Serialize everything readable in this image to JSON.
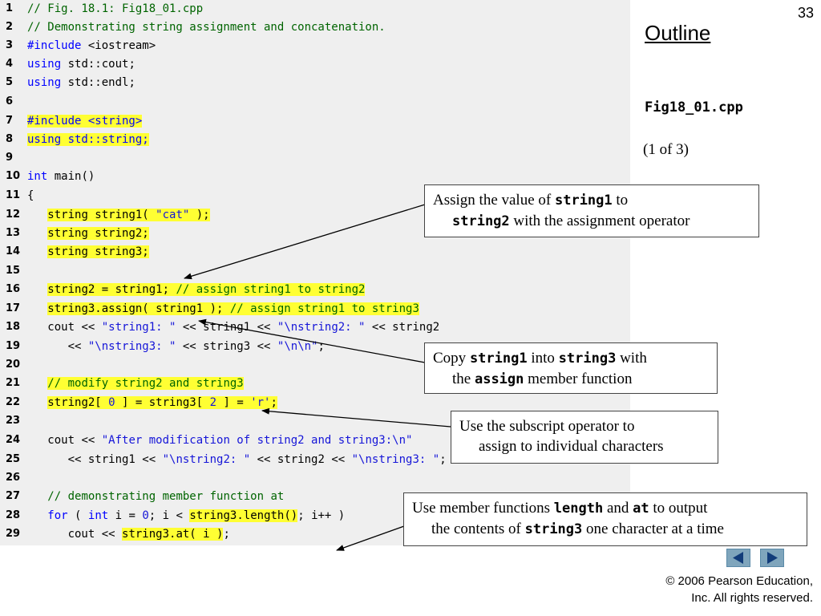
{
  "slide": {
    "number": "33",
    "outline_label": "Outline",
    "filename": "Fig18_01.cpp",
    "page_indicator": "(1 of 3)",
    "copyright_line1": "© 2006 Pearson Education,",
    "copyright_line2": "Inc.  All rights reserved."
  },
  "navigation": {
    "prev_icon": "triangle-left-icon",
    "next_icon": "triangle-right-icon"
  },
  "colors": {
    "panel_bg": "#efefef",
    "highlight": "#ffff33",
    "keyword": "#0000ff",
    "comment": "#006400",
    "string": "#1515d8",
    "nav_button": "#7fa5bc"
  },
  "code": {
    "line_numbers": [
      "1",
      "2",
      "3",
      "4",
      "5",
      "6",
      "7",
      "8",
      "9",
      "10",
      "11",
      "12",
      "13",
      "14",
      "15",
      "16",
      "17",
      "18",
      "19",
      "20",
      "21",
      "22",
      "23",
      "24",
      "25",
      "26",
      "27",
      "28",
      "29"
    ],
    "l1": {
      "a": "// Fig. 18.1: Fig18_01.cpp"
    },
    "l2": {
      "a": "// Demonstrating string assignment and concatenation."
    },
    "l3": {
      "a": "#include",
      "b": " <iostream>"
    },
    "l4": {
      "a": "using",
      "b": " std::cout;"
    },
    "l5": {
      "a": "using",
      "b": " std::endl;"
    },
    "l7": {
      "a": "#include <string>"
    },
    "l8": {
      "a": "using std::string;"
    },
    "l10": {
      "a": "int",
      "b": " main()"
    },
    "l11": {
      "a": "{"
    },
    "l12": {
      "a": "string string1( ",
      "b": "\"cat\"",
      "c": " );"
    },
    "l13": {
      "a": "string string2;"
    },
    "l14": {
      "a": "string string3;"
    },
    "l16": {
      "a": "string2 = string1; ",
      "b": "// assign string1 to string2"
    },
    "l17": {
      "a": "string3.assign( string1 ); ",
      "b": "// assign string1 to string3"
    },
    "l18": {
      "a": "cout << ",
      "b": "\"string1: \"",
      "c": " << string1 << ",
      "d": "\"\\nstring2: \"",
      "e": " << string2"
    },
    "l19": {
      "a": "<< ",
      "b": "\"\\nstring3: \"",
      "c": " << string3 << ",
      "d": "\"\\n\\n\"",
      "e": ";"
    },
    "l21": {
      "a": "// modify string2 and string3"
    },
    "l22": {
      "a": "string2[ ",
      "b": "0",
      "c": " ] = string3[ ",
      "d": "2",
      "e": " ] = ",
      "f": "'r'",
      "g": ";"
    },
    "l24": {
      "a": "cout << ",
      "b": "\"After modification of string2 and string3:\\n\""
    },
    "l25": {
      "a": "<< string1 << ",
      "b": "\"\\nstring2: \"",
      "c": " << string2 << ",
      "d": "\"\\nstring3: \"",
      "e": ";"
    },
    "l27": {
      "a": "// demonstrating member function at"
    },
    "l28": {
      "a": "for",
      "b": " ( ",
      "c": "int",
      "d": " i = ",
      "e": "0",
      "f": "; i < ",
      "g": "string3.length()",
      "h": "; i++ )"
    },
    "l29": {
      "a": "cout << ",
      "b": "string3.at( i )",
      "c": ";"
    }
  },
  "callouts": {
    "assign_operator": {
      "t1": "Assign the value of ",
      "t2": "string1",
      "t3": " to",
      "t4": "string2",
      "t5": " with the assignment operator"
    },
    "assign_function": {
      "t1": "Copy ",
      "t2": "string1",
      "t3": " into ",
      "t4": "string3",
      "t5": " with",
      "t6": "the ",
      "t7": "assign",
      "t8": " member function"
    },
    "subscript": {
      "t1": "Use the subscript operator to",
      "t2": "assign to individual characters"
    },
    "length_at": {
      "t1": "Use member functions ",
      "t2": "length",
      "t3": " and ",
      "t4": "at",
      "t5": " to output",
      "t6": "the contents of ",
      "t7": "string3",
      "t8": " one character at a time"
    }
  }
}
